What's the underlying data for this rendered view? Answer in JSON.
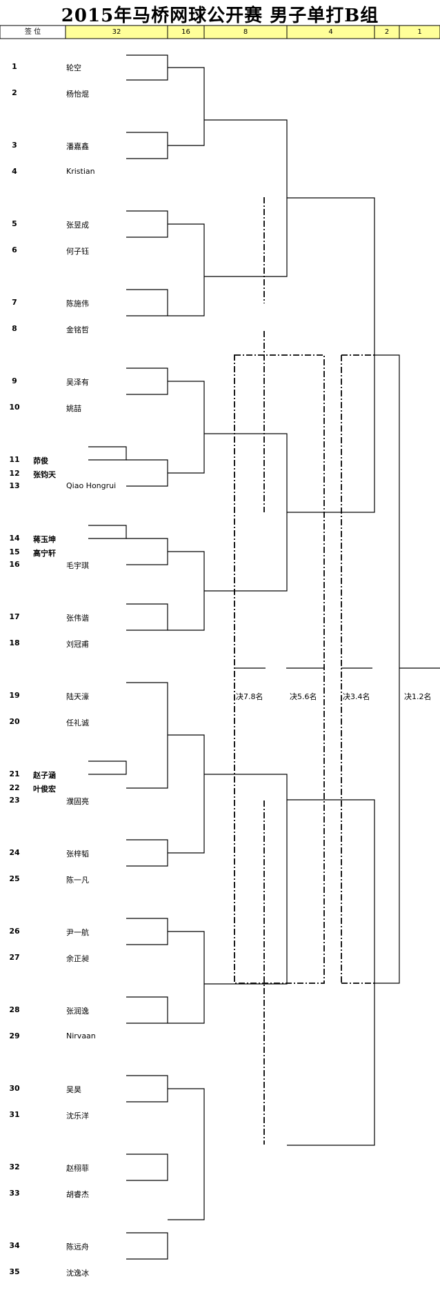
{
  "title": "2015年马桥网球公开赛  男子单打B组",
  "header": {
    "seed_label": "签 位",
    "rounds": [
      "32",
      "16",
      "8",
      "4",
      "2",
      "1"
    ]
  },
  "players": [
    {
      "seed": "1",
      "name": "轮空"
    },
    {
      "seed": "2",
      "name": "杨怡焜"
    },
    {
      "seed": "3",
      "name": "潘嘉鑫"
    },
    {
      "seed": "4",
      "name": "Kristian"
    },
    {
      "seed": "5",
      "name": "张昱成"
    },
    {
      "seed": "6",
      "name": "何子钰"
    },
    {
      "seed": "7",
      "name": "陈施伟"
    },
    {
      "seed": "8",
      "name": "金铭哲"
    },
    {
      "seed": "9",
      "name": "吴泽有"
    },
    {
      "seed": "10",
      "name": "姚喆"
    },
    {
      "seed": "11",
      "name": "茆俊"
    },
    {
      "seed": "12",
      "name": "张钧天"
    },
    {
      "seed": "13",
      "name": "Qiao Hongrui"
    },
    {
      "seed": "14",
      "name": "蒋玉坤"
    },
    {
      "seed": "15",
      "name": "高宁轩"
    },
    {
      "seed": "16",
      "name": "毛宇琪"
    },
    {
      "seed": "17",
      "name": "张伟谐"
    },
    {
      "seed": "18",
      "name": "刘冠甫"
    },
    {
      "seed": "19",
      "name": "陆天濠"
    },
    {
      "seed": "20",
      "name": "任礼诚"
    },
    {
      "seed": "21",
      "name": "赵子涵"
    },
    {
      "seed": "22",
      "name": "叶俊宏"
    },
    {
      "seed": "23",
      "name": "濮固亮"
    },
    {
      "seed": "24",
      "name": "张梓韬"
    },
    {
      "seed": "25",
      "name": "陈一凡"
    },
    {
      "seed": "26",
      "name": "尹一航"
    },
    {
      "seed": "27",
      "name": "余正昶"
    },
    {
      "seed": "28",
      "name": "张润逸"
    },
    {
      "seed": "29",
      "name": "Nirvaan"
    },
    {
      "seed": "30",
      "name": "吴昊"
    },
    {
      "seed": "31",
      "name": "沈乐洋"
    },
    {
      "seed": "32",
      "name": "赵栩菲"
    },
    {
      "seed": "33",
      "name": "胡睿杰"
    },
    {
      "seed": "34",
      "name": "陈远舟"
    },
    {
      "seed": "35",
      "name": "沈逸冰"
    }
  ],
  "placings": [
    "决7.8名",
    "决5.6名",
    "决3.4名",
    "决1.2名"
  ],
  "colors": {
    "header_fill": "#ffff99",
    "line": "#000000"
  }
}
